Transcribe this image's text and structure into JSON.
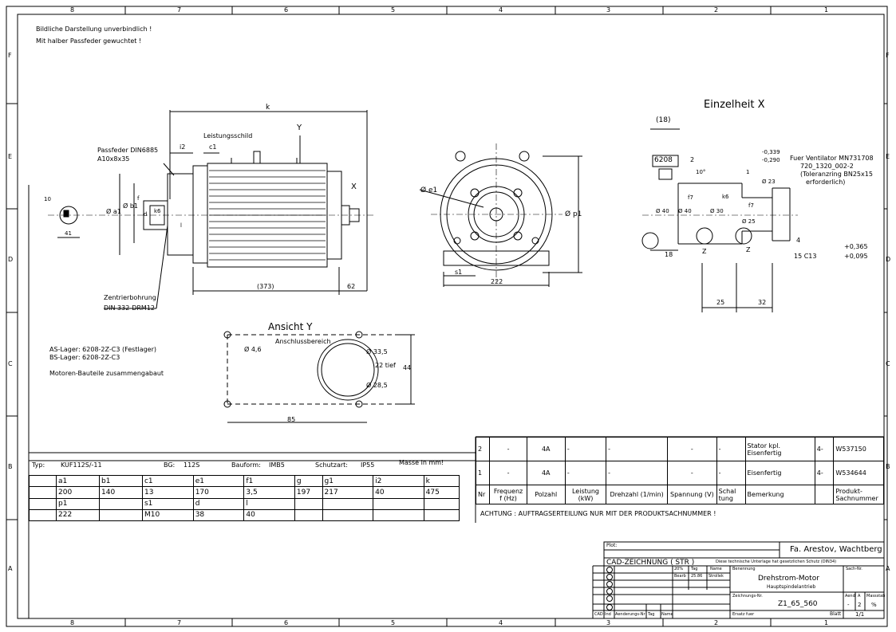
{
  "notes": {
    "line1": "Bildliche Darstellung unverbindlich !",
    "line2": "Mit halber Passfeder gewuchtet !",
    "bearing_as": "AS-Lager: 6208-2Z-C3 (Festlager)",
    "bearing_bs": "BS-Lager: 6208-2Z-C3",
    "assembled": "Motoren-Bauteile zusammengabaut"
  },
  "border": {
    "cols": [
      "8",
      "7",
      "6",
      "5",
      "4",
      "3",
      "2",
      "1"
    ],
    "rows": [
      "F",
      "E",
      "D",
      "C",
      "B",
      "A"
    ]
  },
  "views": {
    "passfeder": "Passfeder DIN6885",
    "passfeder_size": "A10x8x35",
    "leistungsschild": "Leistungsschild",
    "zentrier": "Zentrierbohrung",
    "zentrier_din": "DIN 332-DRM12",
    "einzelheit": "Einzelheit X",
    "ansicht": "Ansicht Y",
    "anschluss": "Anschlussbereich",
    "ventilator": "Fuer Ventilator MN731708",
    "ventilator2": "720_1320_002-2",
    "ventilator3": "(Toleranzring BN25x15",
    "ventilator4": "erforderlich)",
    "bearing_box": "6208"
  },
  "dims": {
    "k": "k",
    "i2": "i2",
    "c1": "c1",
    "Y": "Y",
    "X": "X",
    "d10": "10",
    "d41": "41",
    "a1": "Ø a1",
    "b1": "Ø b1",
    "f": "f",
    "d": "d",
    "k6": "k6",
    "l": "l",
    "d373": "(373)",
    "d62": "62",
    "e1": "Ø e1",
    "p1": "Ø p1",
    "s1": "s1",
    "d222": "222",
    "d18a": "(18)",
    "d2": "2",
    "d10deg": "10°",
    "d1": "1",
    "d0339": "-0,339",
    "d0290": "-0,290",
    "d23": "Ø 23",
    "k6b": "k6",
    "f7a": "f7",
    "f7b": "f7",
    "d40a": "Ø 40",
    "d40b": "Ø 40",
    "d30": "Ø 30",
    "d25": "Ø 25",
    "z1": "Z",
    "z2": "Z",
    "d18b": "18",
    "d4": "4",
    "c13": "15 C13",
    "p365": "+0,365",
    "p095": "+0,095",
    "d25b": "25",
    "d32": "32",
    "d46": "Ø 4,6",
    "d335": "Ø 33,5",
    "tief": "22 tief",
    "d285": "Ø 28,5",
    "d44": "44",
    "d85": "85"
  },
  "spec": {
    "typ_label": "Typ:",
    "typ": "KUF112S/-11",
    "bg_label": "BG:",
    "bg": "112S",
    "bauform_label": "Bauform:",
    "bauform": "IMB5",
    "schutz_label": "Schutzart:",
    "schutz": "IP55",
    "masse": "Masse in mm!",
    "row1_headers": [
      "a1",
      "b1",
      "c1",
      "e1",
      "f1",
      "g",
      "g1",
      "i2",
      "k"
    ],
    "row1_values": [
      "200",
      "140",
      "13",
      "170",
      "3,5",
      "197",
      "217",
      "40",
      "475"
    ],
    "row2_headers": [
      "p1",
      "s1",
      "d",
      "l"
    ],
    "row2_values": [
      "222",
      "M10",
      "38",
      "40"
    ]
  },
  "product_table": {
    "rows": [
      {
        "nr": "2",
        "freq": "-",
        "pol": "4A",
        "leistung": "-",
        "drehzahl": "-",
        "spannung": "-",
        "schaltung": "-",
        "bemerkung": "Stator kpl. Eisenfertig",
        "m": "4-",
        "sach": "W537150"
      },
      {
        "nr": "1",
        "freq": "-",
        "pol": "4A",
        "leistung": "-",
        "drehzahl": "-",
        "spannung": "-",
        "schaltung": "-",
        "bemerkung": "Eisenfertig",
        "m": "4-",
        "sach": "W534644"
      }
    ],
    "headers": {
      "nr": "Nr",
      "freq": "Frequenz f (Hz)",
      "pol": "Polzahl",
      "leistung": "Leistung (kW)",
      "drehzahl": "Drehzahl (1/min)",
      "spannung": "Spannung (V)",
      "schaltung": "Schal tung",
      "bemerkung": "Bemerkung",
      "sach": "Produkt- Sachnummer"
    },
    "warning": "ACHTUNG : AUFTRAGSERTEILUNG NUR MIT DER PRODUKTSACHNUMMER !"
  },
  "title_block": {
    "plot": "Plot:",
    "company": "Fa. Arestov, Wachtberg",
    "cad": "CAD-ZEICHNUNG  ( STR )",
    "schutz": "Diese technische Unterlage hat gesetzlichen Schutz (DIN34)",
    "sach_label": "Sach-Nr.",
    "benennung_label": "Benennung",
    "title": "Drehstrom-Motor",
    "subtitle": "Hauptspindelantrieb",
    "year": "20%",
    "tag": "Tag",
    "name": "Name",
    "bearb": "Bearb",
    "date": "25.86",
    "drawer": "Strollek",
    "zeichnung_label": "Zeichnungs-Nr.",
    "zeichnung": "Z1_65_560",
    "aend": "Aend",
    "a": "A",
    "massstab": "Massstab",
    "aend_val": "-",
    "a_val": "2",
    "massstab_val": "%",
    "ersatz": "Ersatz fuer",
    "blatt": "Blatt",
    "blatt_val": "1/1",
    "cad_l": "CAD",
    "ind_l": "Ind",
    "aend_nr": "Aenderungs-Nr",
    "tag_l": "Tag",
    "name_l": "Name"
  }
}
